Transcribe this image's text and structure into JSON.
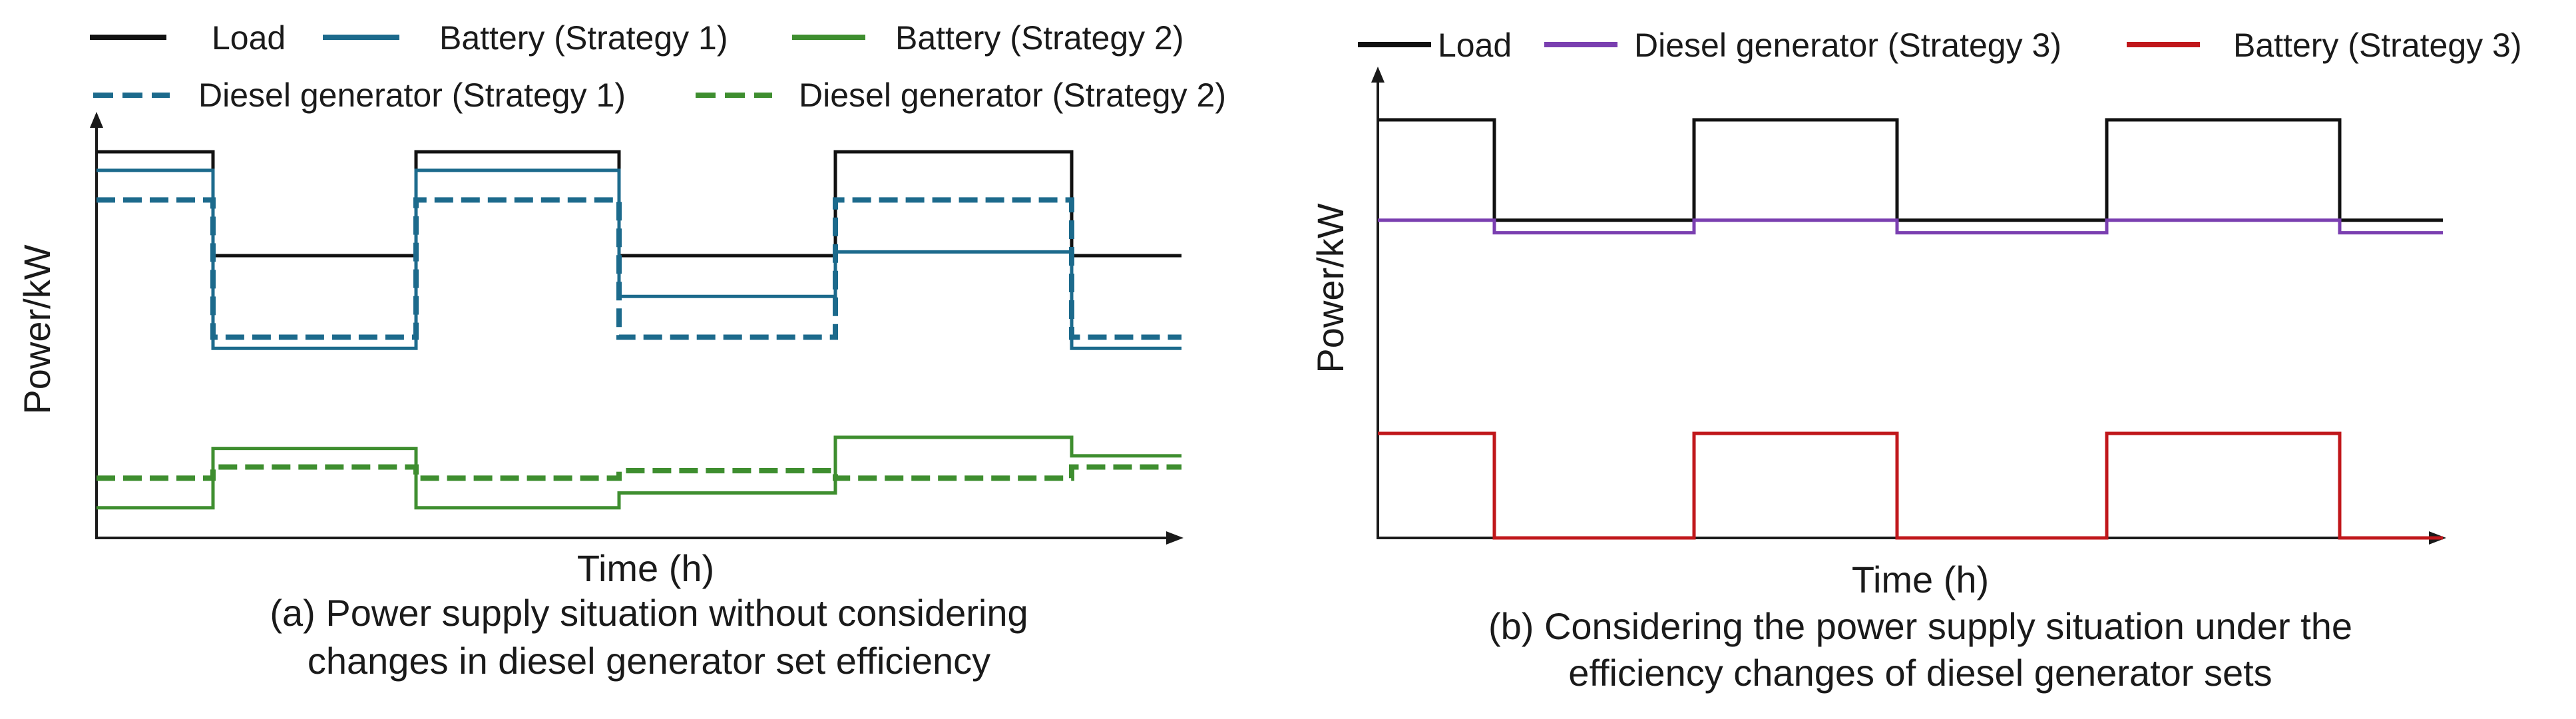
{
  "chart_data": [
    {
      "type": "line",
      "panel": "a",
      "caption_lines": [
        "(a) Power supply situation without considering",
        "changes in diesel generator set efficiency"
      ],
      "xlabel": "Time (h)",
      "ylabel": "Power/kW",
      "x": [
        0,
        1,
        2,
        3,
        4,
        5
      ],
      "step": true,
      "ylim": [
        0,
        100
      ],
      "grid": false,
      "legend_position": "top",
      "series": [
        {
          "name": "Load",
          "values": [
            100,
            72,
            100,
            72,
            100,
            72
          ],
          "color": "#111111",
          "dash": "solid"
        },
        {
          "name": "Battery (Strategy 1)",
          "values": [
            95,
            47,
            95,
            61,
            73,
            47
          ],
          "color": "#1c6a8c",
          "dash": "solid"
        },
        {
          "name": "Battery (Strategy 2)",
          "values": [
            4,
            20,
            4,
            8,
            23,
            18
          ],
          "color": "#3e8e2f",
          "dash": "solid"
        },
        {
          "name": "Diesel generator (Strategy 1)",
          "values": [
            87,
            50,
            87,
            50,
            87,
            50
          ],
          "color": "#1c6a8c",
          "dash": "dashed"
        },
        {
          "name": "Diesel generator (Strategy 2)",
          "values": [
            12,
            15,
            12,
            14,
            12,
            15
          ],
          "color": "#3e8e2f",
          "dash": "dashed"
        }
      ]
    },
    {
      "type": "line",
      "panel": "b",
      "caption_lines": [
        "(b) Considering the power supply situation under the",
        "efficiency changes of diesel generator sets"
      ],
      "xlabel": "Time (h)",
      "ylabel": "Power/kW",
      "x": [
        0,
        1,
        2,
        3,
        4,
        5
      ],
      "step": true,
      "ylim": [
        0,
        100
      ],
      "grid": false,
      "legend_position": "top",
      "series": [
        {
          "name": "Load",
          "values": [
            100,
            76,
            100,
            76,
            100,
            76
          ],
          "color": "#111111",
          "dash": "solid"
        },
        {
          "name": "Diesel generator (Strategy 3)",
          "values": [
            76,
            73,
            76,
            73,
            76,
            73
          ],
          "color": "#7a3fb0",
          "dash": "solid"
        },
        {
          "name": "Battery (Strategy 3)",
          "values": [
            25,
            0,
            25,
            0,
            25,
            0
          ],
          "color": "#c0171b",
          "dash": "solid"
        }
      ]
    }
  ]
}
